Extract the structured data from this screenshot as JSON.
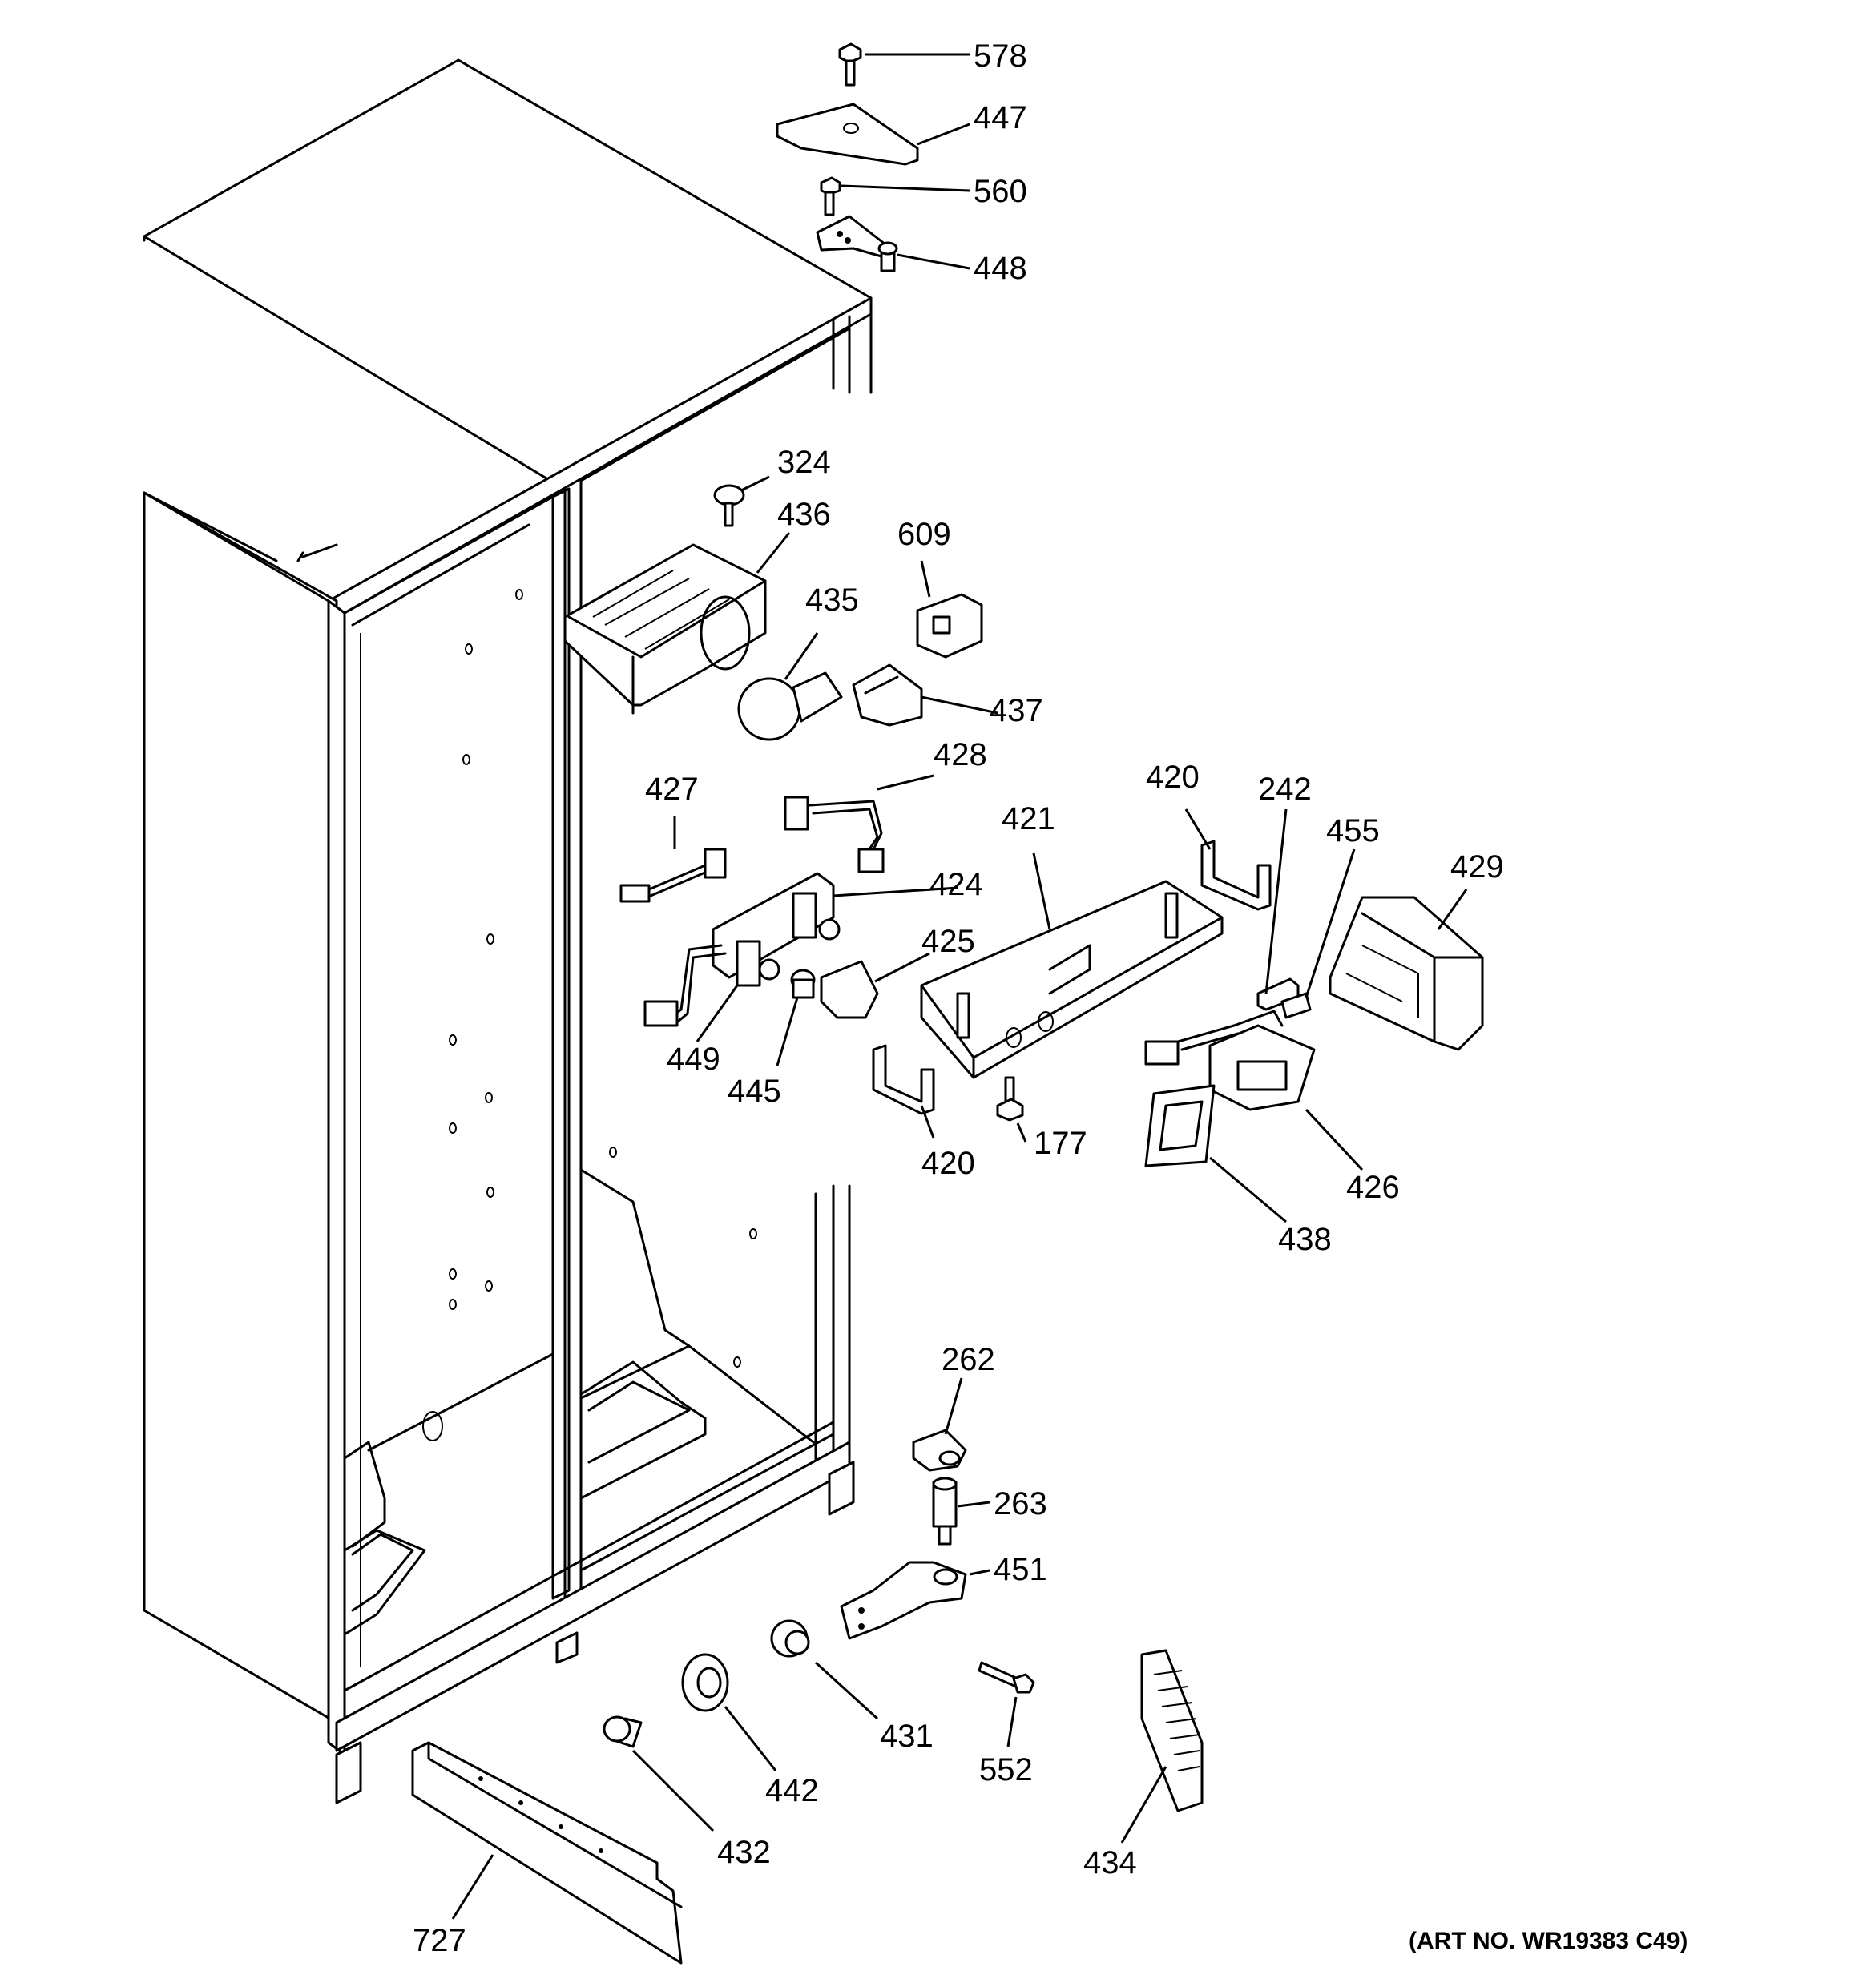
{
  "diagram": {
    "art_number": "(ART NO. WR19383 C49)",
    "callouts": [
      {
        "id": "p578",
        "label": "578"
      },
      {
        "id": "p447",
        "label": "447"
      },
      {
        "id": "p560",
        "label": "560"
      },
      {
        "id": "p448",
        "label": "448"
      },
      {
        "id": "p324",
        "label": "324"
      },
      {
        "id": "p436",
        "label": "436"
      },
      {
        "id": "p609",
        "label": "609"
      },
      {
        "id": "p435",
        "label": "435"
      },
      {
        "id": "p437",
        "label": "437"
      },
      {
        "id": "p428",
        "label": "428"
      },
      {
        "id": "p427",
        "label": "427"
      },
      {
        "id": "p424",
        "label": "424"
      },
      {
        "id": "p425",
        "label": "425"
      },
      {
        "id": "p449",
        "label": "449"
      },
      {
        "id": "p445",
        "label": "445"
      },
      {
        "id": "p421",
        "label": "421"
      },
      {
        "id": "p420a",
        "label": "420"
      },
      {
        "id": "p420b",
        "label": "420"
      },
      {
        "id": "p242",
        "label": "242"
      },
      {
        "id": "p455",
        "label": "455"
      },
      {
        "id": "p429",
        "label": "429"
      },
      {
        "id": "p177",
        "label": "177"
      },
      {
        "id": "p426",
        "label": "426"
      },
      {
        "id": "p438",
        "label": "438"
      },
      {
        "id": "p262",
        "label": "262"
      },
      {
        "id": "p263",
        "label": "263"
      },
      {
        "id": "p451",
        "label": "451"
      },
      {
        "id": "p431",
        "label": "431"
      },
      {
        "id": "p552",
        "label": "552"
      },
      {
        "id": "p442",
        "label": "442"
      },
      {
        "id": "p432",
        "label": "432"
      },
      {
        "id": "p434",
        "label": "434"
      },
      {
        "id": "p727",
        "label": "727"
      }
    ]
  }
}
